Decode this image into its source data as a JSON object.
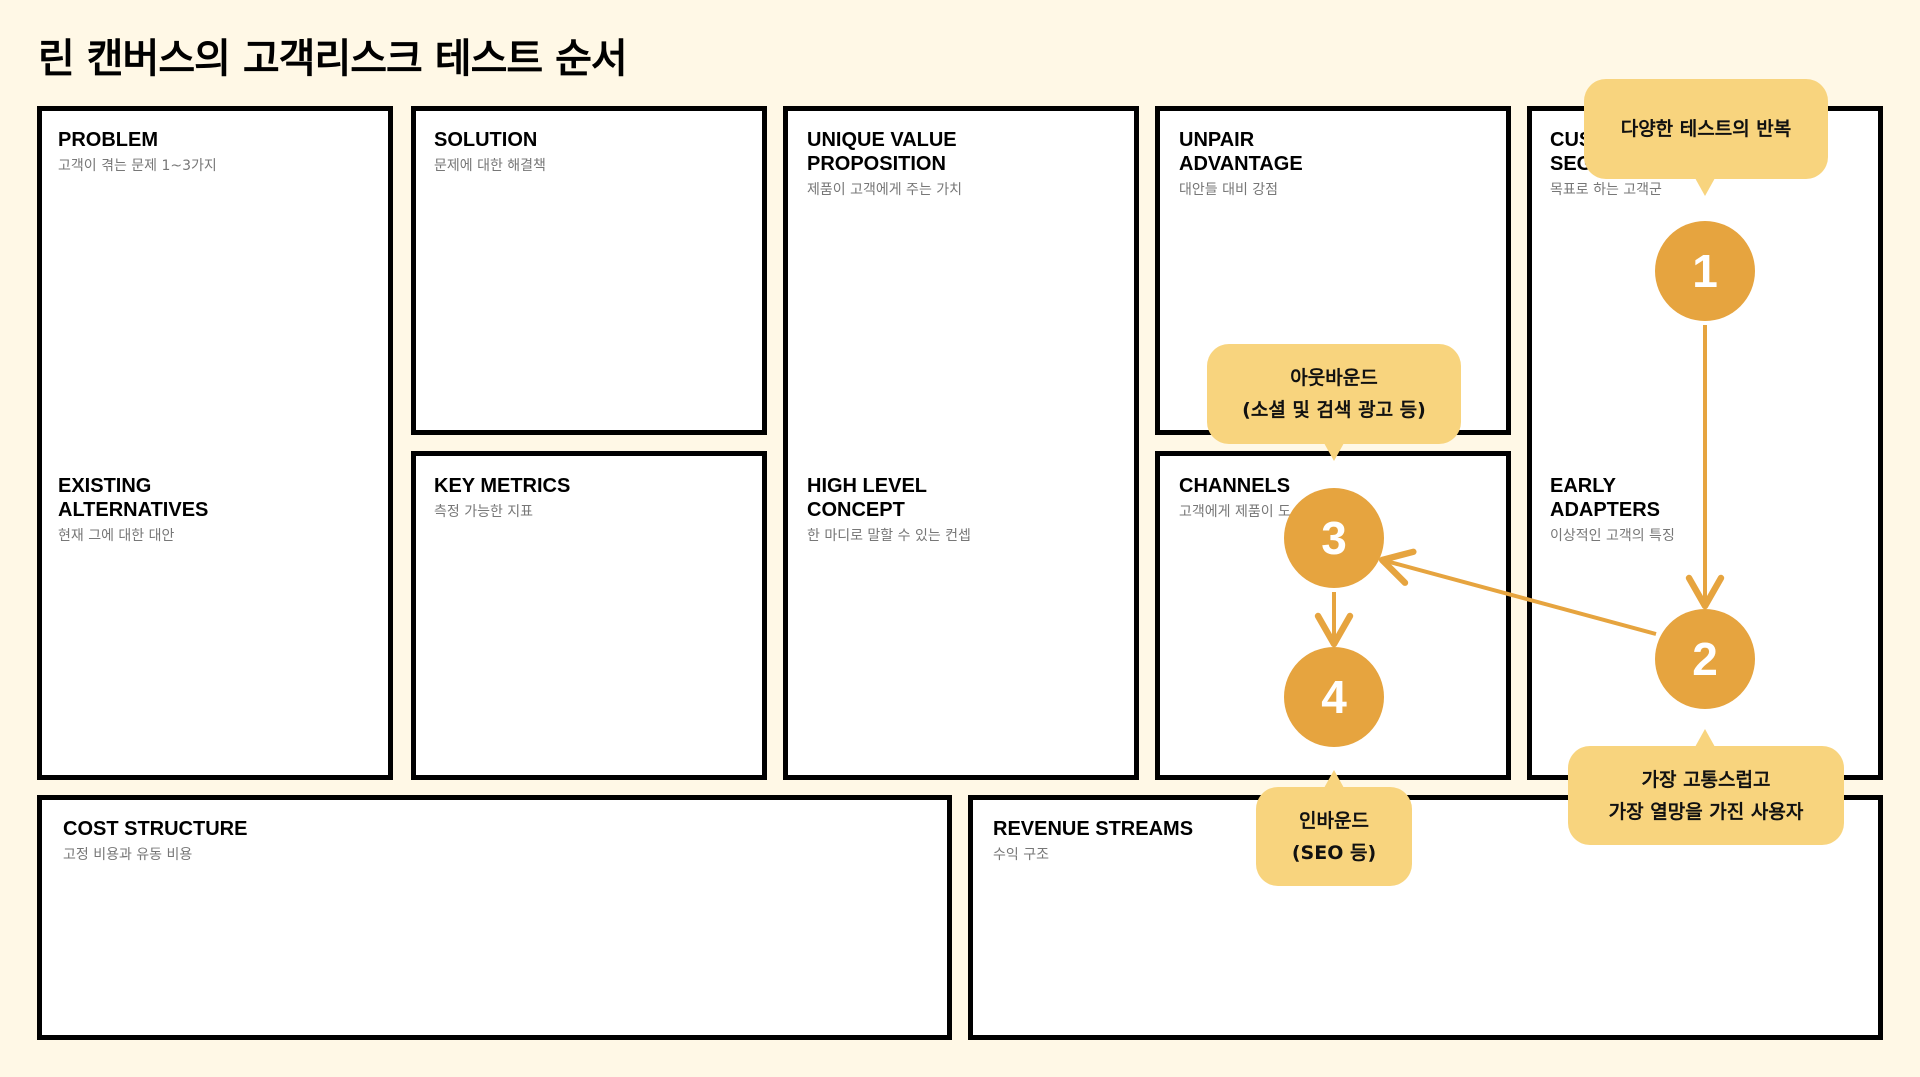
{
  "title": "린 캔버스의 고객리스크 테스트 순서",
  "blocks": {
    "problem": {
      "title": "PROBLEM",
      "sub": "고객이 겪는 문제 1~3가지"
    },
    "existing": {
      "title": "EXISTING\nALTERNATIVES",
      "sub": "현재 그에 대한 대안"
    },
    "solution": {
      "title": "SOLUTION",
      "sub": "문제에 대한 해결책"
    },
    "key_metrics": {
      "title": "KEY METRICS",
      "sub": "측정 가능한 지표"
    },
    "uvp": {
      "title": "UNIQUE VALUE\nPROPOSITION",
      "sub": "제품이 고객에게 주는 가치"
    },
    "high_level": {
      "title": "HIGH LEVEL\nCONCEPT",
      "sub": "한 마디로 말할 수 있는 컨셉"
    },
    "unpair": {
      "title": "UNPAIR\nADVANTAGE",
      "sub": "대안들 대비 강점"
    },
    "channels": {
      "title": "CHANNELS",
      "sub": "고객에게 제품이 도"
    },
    "customer_segments": {
      "title": "CUS\nSEG",
      "sub": "목표로 하는 고객군"
    },
    "early_adapters": {
      "title": "EARLY\nADAPTERS",
      "sub": "이상적인 고객의 특징"
    },
    "cost": {
      "title": "COST STRUCTURE",
      "sub": "고정 비용과 유동 비용"
    },
    "revenue": {
      "title": "REVENUE STREAMS",
      "sub": "수익 구조"
    }
  },
  "steps": [
    "1",
    "2",
    "3",
    "4"
  ],
  "bubbles": {
    "b1": "다양한 테스트의 반복",
    "b2": "가장 고통스럽고\n가장 열망을 가진 사용자",
    "b3": "아웃바운드\n(소셜 및 검색 광고 등)",
    "b4": "인바운드\n(SEO 등)"
  },
  "colors": {
    "background": "#FFF8E6",
    "circle": "#E6A43F",
    "bubble": "#F8D47E",
    "border": "#000000"
  }
}
